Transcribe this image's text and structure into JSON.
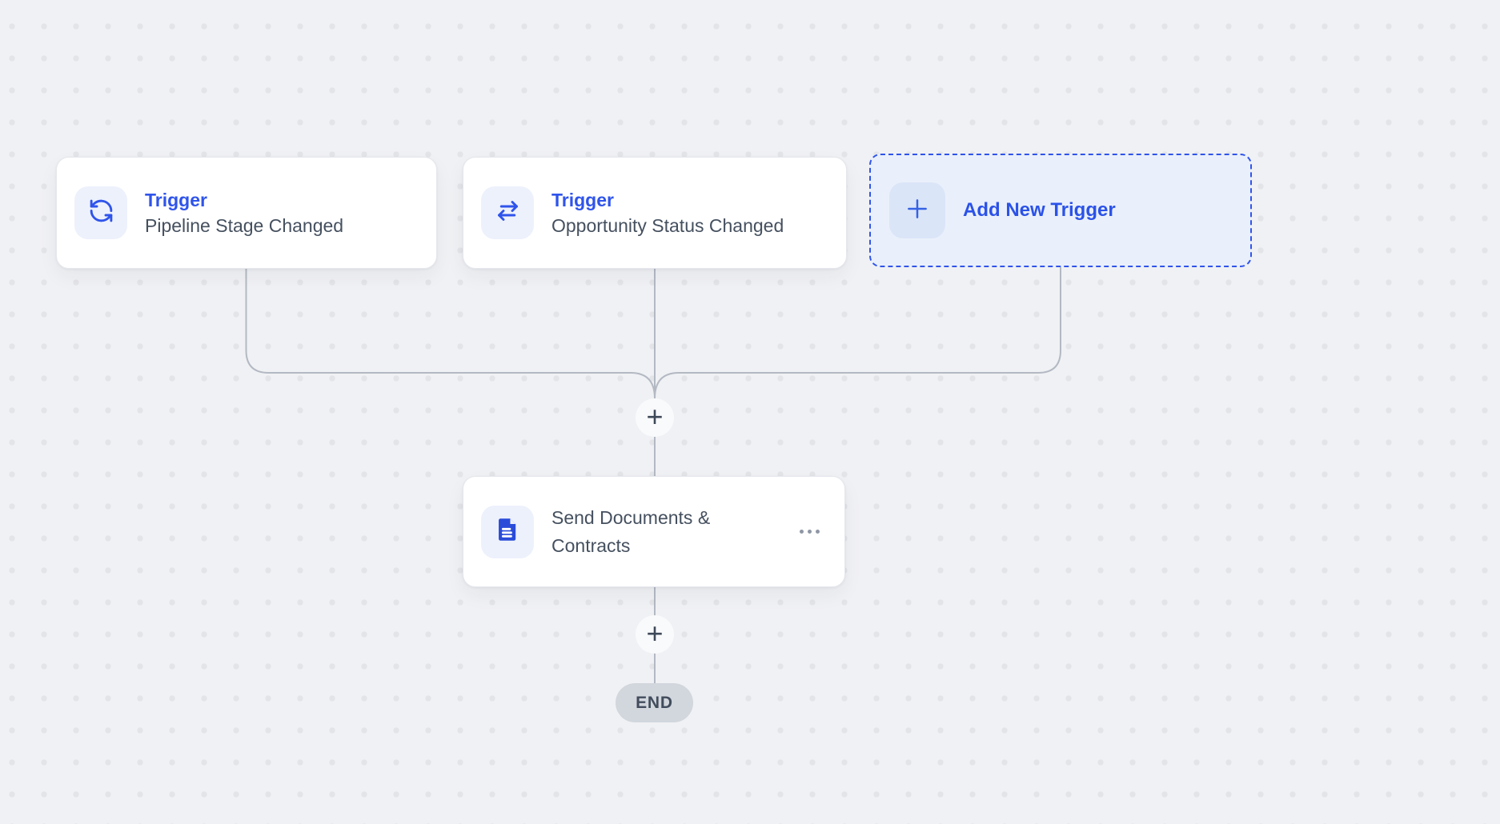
{
  "colors": {
    "accent_blue": "#2f54eb",
    "canvas_bg": "#f0f1f4",
    "grid_dot": "#e3e4e8",
    "connector_gray": "#b3b9c3",
    "text_primary": "#45505f",
    "end_pill_bg": "#d2d6dd"
  },
  "triggers": [
    {
      "badge": "Trigger",
      "title": "Pipeline Stage Changed",
      "icon": "sync-icon"
    },
    {
      "badge": "Trigger",
      "title": "Opportunity Status Changed",
      "icon": "swap-arrows-icon"
    }
  ],
  "add_trigger": {
    "label": "Add New Trigger",
    "icon": "plus-icon"
  },
  "actions": [
    {
      "title": "Send Documents & Contracts",
      "icon": "document-icon",
      "menu_icon": "ellipsis-icon"
    }
  ],
  "connector_buttons": [
    {
      "label": "+"
    },
    {
      "label": "+"
    }
  ],
  "end_node": {
    "label": "END"
  }
}
